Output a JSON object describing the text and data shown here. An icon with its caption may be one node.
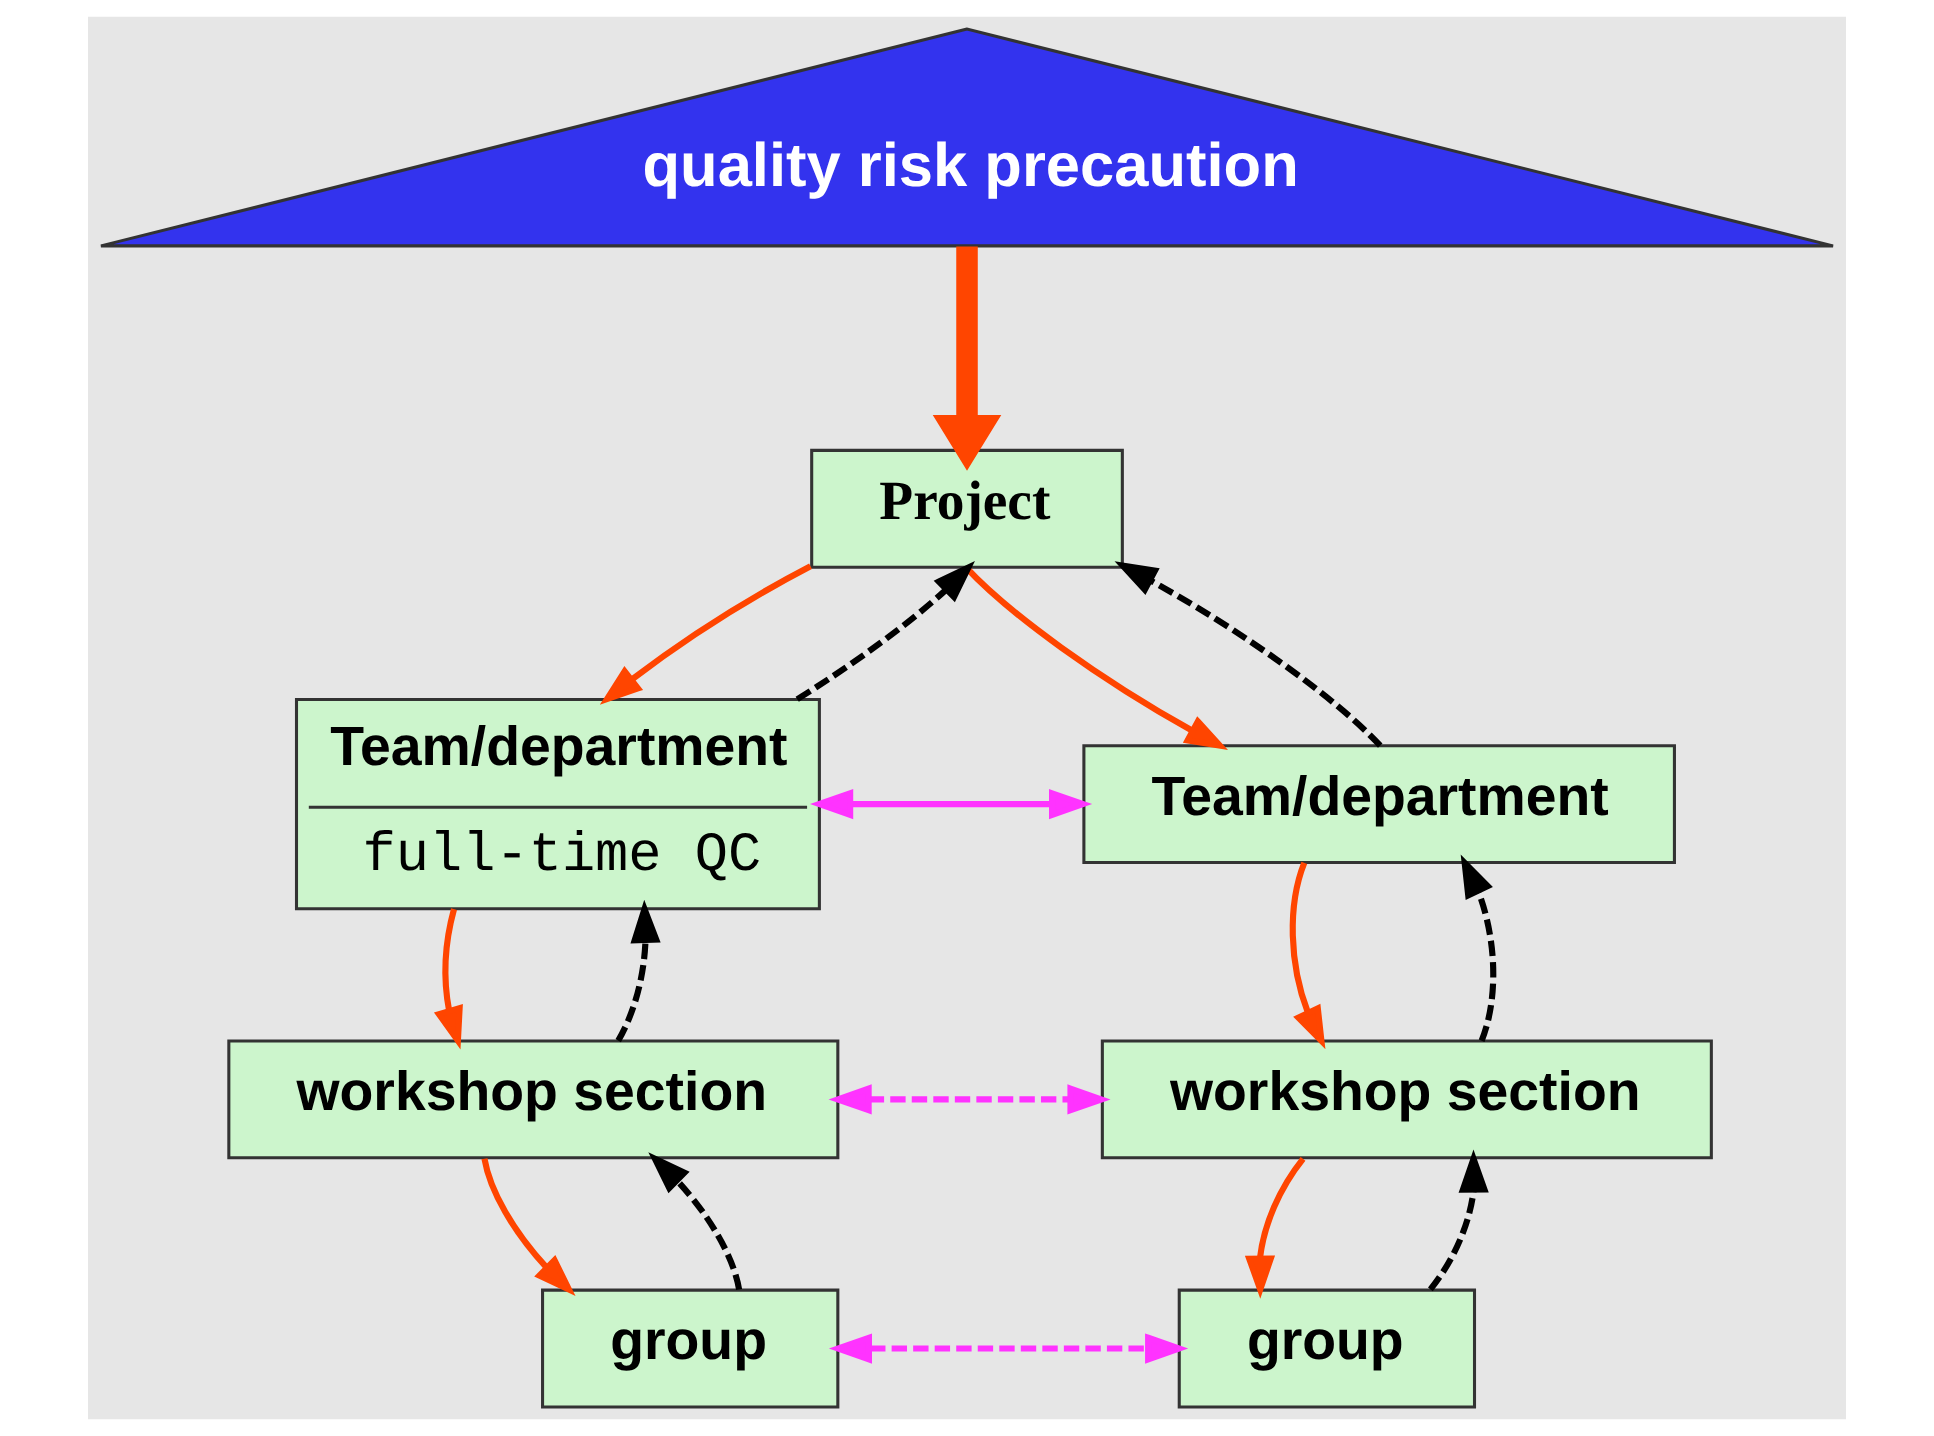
{
  "diagram": {
    "nodes": [
      {
        "text": [
          "quality risk precaution"
        ]
      },
      {
        "text": [
          "Project"
        ]
      },
      {
        "text": [
          "Team/department",
          "full-time QC"
        ]
      },
      {
        "text": [
          "Team/department"
        ]
      },
      {
        "text": [
          "workshop section"
        ]
      },
      {
        "text": [
          "workshop section"
        ]
      },
      {
        "text": [
          "group"
        ]
      },
      {
        "text": [
          "group"
        ]
      }
    ],
    "edges": [
      {
        "from": 0,
        "to": 1,
        "arrow": "to",
        "style": "thick"
      },
      {
        "from": 1,
        "to": 2,
        "arrow": "to"
      },
      {
        "from": 2,
        "to": 1,
        "arrow": "to",
        "style": "dashed",
        "color": "#000000"
      },
      {
        "from": 3,
        "to": 1,
        "arrow": "to",
        "style": "dashed",
        "color": "#000000"
      },
      {
        "from": 1,
        "to": 3,
        "arrow": "to"
      },
      {
        "from": 2,
        "to": 3,
        "arrow": "both",
        "color": "#ff33ff"
      },
      {
        "from": 2,
        "to": 4,
        "arrow": "to"
      },
      {
        "from": 4,
        "to": 2,
        "arrow": "to",
        "style": "dashed",
        "color": "#000000"
      },
      {
        "from": 3,
        "to": 5,
        "arrow": "to"
      },
      {
        "from": 5,
        "to": 3,
        "arrow": "to",
        "style": "dashed",
        "color": "#000000"
      },
      {
        "from": 4,
        "to": 5,
        "arrow": "both",
        "style": "dashed",
        "color": "#ff33ff"
      },
      {
        "from": 4,
        "to": 6,
        "arrow": "to"
      },
      {
        "from": 6,
        "to": 4,
        "arrow": "to",
        "style": "dashed",
        "color": "#000000"
      },
      {
        "from": 5,
        "to": 7,
        "arrow": "to"
      },
      {
        "from": 7,
        "to": 5,
        "arrow": "to",
        "style": "dashed",
        "color": "#000000"
      },
      {
        "from": 6,
        "to": 7,
        "arrow": "both",
        "style": "dashed",
        "color": "#ff33ff"
      }
    ]
  }
}
